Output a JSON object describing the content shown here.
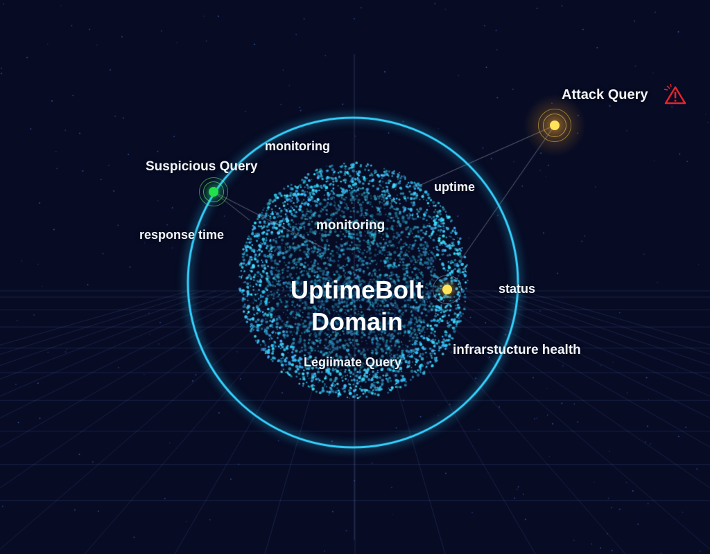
{
  "title": {
    "line1": "UptimeBolt",
    "line2": "Domain"
  },
  "labels": {
    "attack_query": "Attack Query",
    "suspicious_query": "Suspicious Query",
    "legitimate_query": "Legiimate Query",
    "monitoring_outer": "monitoring",
    "monitoring_inner": "monitoring",
    "uptime": "uptime",
    "response_time": "response time",
    "status": "status",
    "infrastructure_health": "infrarstucture health"
  },
  "icons": {
    "attack": "warning-triangle-icon"
  },
  "colors": {
    "background": "#070b24",
    "ring": "#2fd0ff",
    "particles": "#3cc8f0",
    "suspicious": "#22e04a",
    "attack": "#ffe45a",
    "warning": "#e8232a"
  }
}
